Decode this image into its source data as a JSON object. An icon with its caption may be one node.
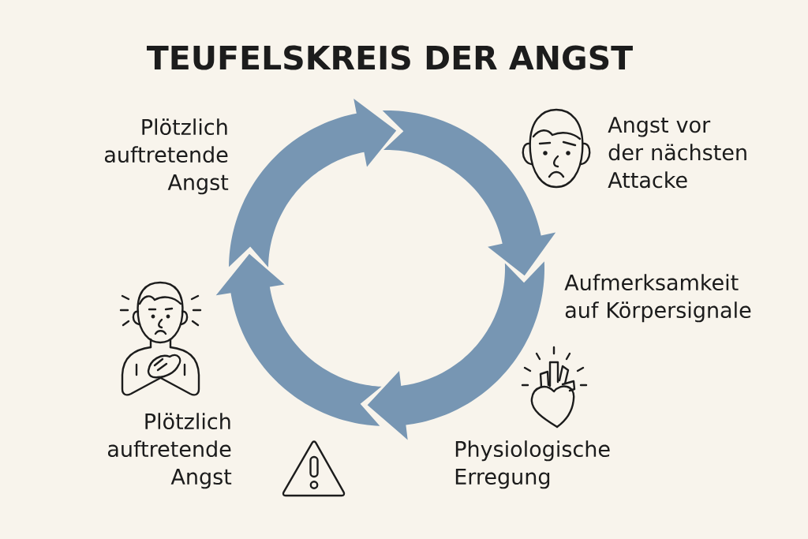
{
  "diagram": {
    "title": "TEUFELSKREIS DER ANGST",
    "labels": [
      "Plötzlich auftretende Angst",
      "Angst vor der nächsten Attacke",
      "Aufmerksamkeit auf Körpersignale",
      "Plötzlich auftretende Angst",
      "Physiologische Erregung"
    ]
  }
}
